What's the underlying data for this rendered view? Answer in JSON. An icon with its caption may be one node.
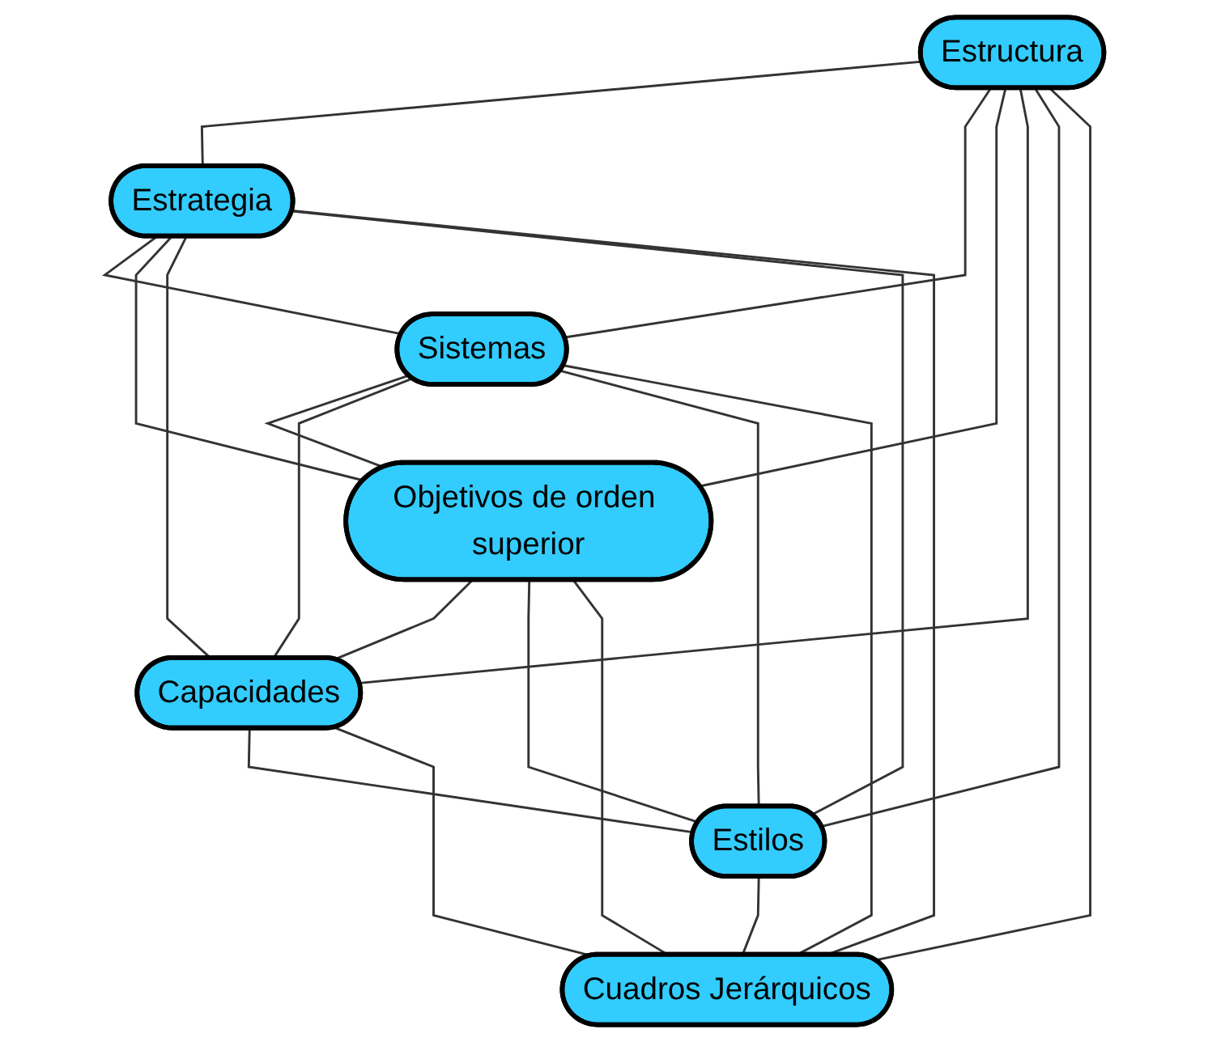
{
  "diagram": {
    "nodes": [
      {
        "text": [
          "Estructura"
        ]
      },
      {
        "text": [
          "Estrategia"
        ]
      },
      {
        "text": [
          "Sistemas"
        ]
      },
      {
        "text": [
          "Objetivos de orden superior"
        ]
      },
      {
        "text": [
          "Capacidades"
        ]
      },
      {
        "text": [
          "Estilos"
        ]
      },
      {
        "text": [
          "Cuadros Jerárquicos"
        ]
      }
    ],
    "edges": [
      {
        "from": 0,
        "to": 1,
        "arrow": "none"
      },
      {
        "from": 0,
        "to": 2,
        "arrow": "none"
      },
      {
        "from": 0,
        "to": 3,
        "arrow": "none"
      },
      {
        "from": 0,
        "to": 4,
        "arrow": "none"
      },
      {
        "from": 0,
        "to": 5,
        "arrow": "none"
      },
      {
        "from": 0,
        "to": 6,
        "arrow": "none"
      },
      {
        "from": 1,
        "to": 2,
        "arrow": "none"
      },
      {
        "from": 1,
        "to": 3,
        "arrow": "none"
      },
      {
        "from": 1,
        "to": 4,
        "arrow": "none"
      },
      {
        "from": 1,
        "to": 5,
        "arrow": "none"
      },
      {
        "from": 1,
        "to": 6,
        "arrow": "none"
      },
      {
        "from": 2,
        "to": 3,
        "arrow": "none"
      },
      {
        "from": 2,
        "to": 4,
        "arrow": "none"
      },
      {
        "from": 2,
        "to": 5,
        "arrow": "none"
      },
      {
        "from": 2,
        "to": 6,
        "arrow": "none"
      },
      {
        "from": 3,
        "to": 4,
        "arrow": "none"
      },
      {
        "from": 3,
        "to": 5,
        "arrow": "none"
      },
      {
        "from": 3,
        "to": 6,
        "arrow": "none"
      },
      {
        "from": 4,
        "to": 5,
        "arrow": "none"
      },
      {
        "from": 4,
        "to": 6,
        "arrow": "none"
      },
      {
        "from": 5,
        "to": 6,
        "arrow": "none"
      }
    ]
  }
}
